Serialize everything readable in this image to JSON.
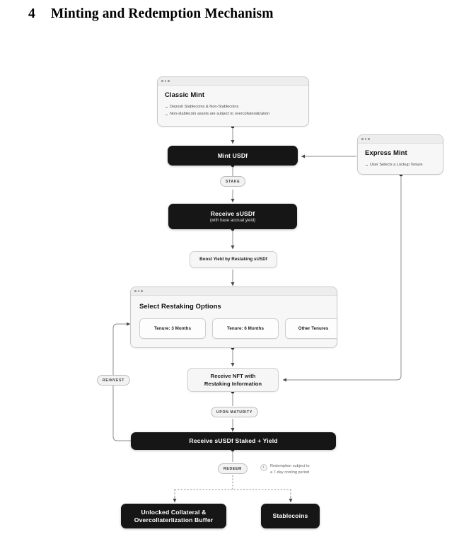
{
  "document": {
    "section_number": "4",
    "section_title": "Minting and Redemption Mechanism"
  },
  "diagram": {
    "type": "flowchart",
    "nodes": {
      "classic_mint": {
        "title": "Classic Mint",
        "bullets": [
          "Deposit Stablecoins & Non-Stablecoins",
          "Non-stablecoin assets are subject to overcollateralization"
        ]
      },
      "mint_usdf": {
        "label": "Mint USDf"
      },
      "express_mint": {
        "title": "Express Mint",
        "bullets": [
          "User Selects a Lockup Tenure"
        ]
      },
      "receive_susdf": {
        "label": "Receive sUSDf",
        "sublabel": "(with base accrual yield)"
      },
      "boost_yield": {
        "label": "Boost Yield by Restaking sUSDf"
      },
      "select_restaking": {
        "title": "Select Restaking Options",
        "options": [
          "Tenure: 3 Months",
          "Tenure: 6 Months",
          "Other Tenures"
        ]
      },
      "receive_nft": {
        "line1": "Receive NFT with",
        "line2": "Restaking Information"
      },
      "receive_staked_yield": {
        "label": "Receive sUSDf Staked + Yield"
      },
      "unlocked_collateral": {
        "line1": "Unlocked Collateral &",
        "line2": "Overcollaterlization Buffer"
      },
      "stablecoins": {
        "label": "Stablecoins"
      }
    },
    "edge_labels": {
      "stake": "STAKE",
      "reinvest": "REINVEST",
      "upon_maturity": "UPON MATURITY",
      "redeem": "REDEEM"
    },
    "annotations": {
      "redemption_note_line1": "Redemption subject to",
      "redemption_note_line2": "a 7-day cooling period",
      "redemption_note_icon": "clock-icon"
    },
    "colors": {
      "dark_node": "#161616",
      "light_panel": "#f7f7f7",
      "panel_border": "#c9c9c9",
      "wire": "#8c8c8c",
      "page_background": "#ffffff"
    }
  }
}
